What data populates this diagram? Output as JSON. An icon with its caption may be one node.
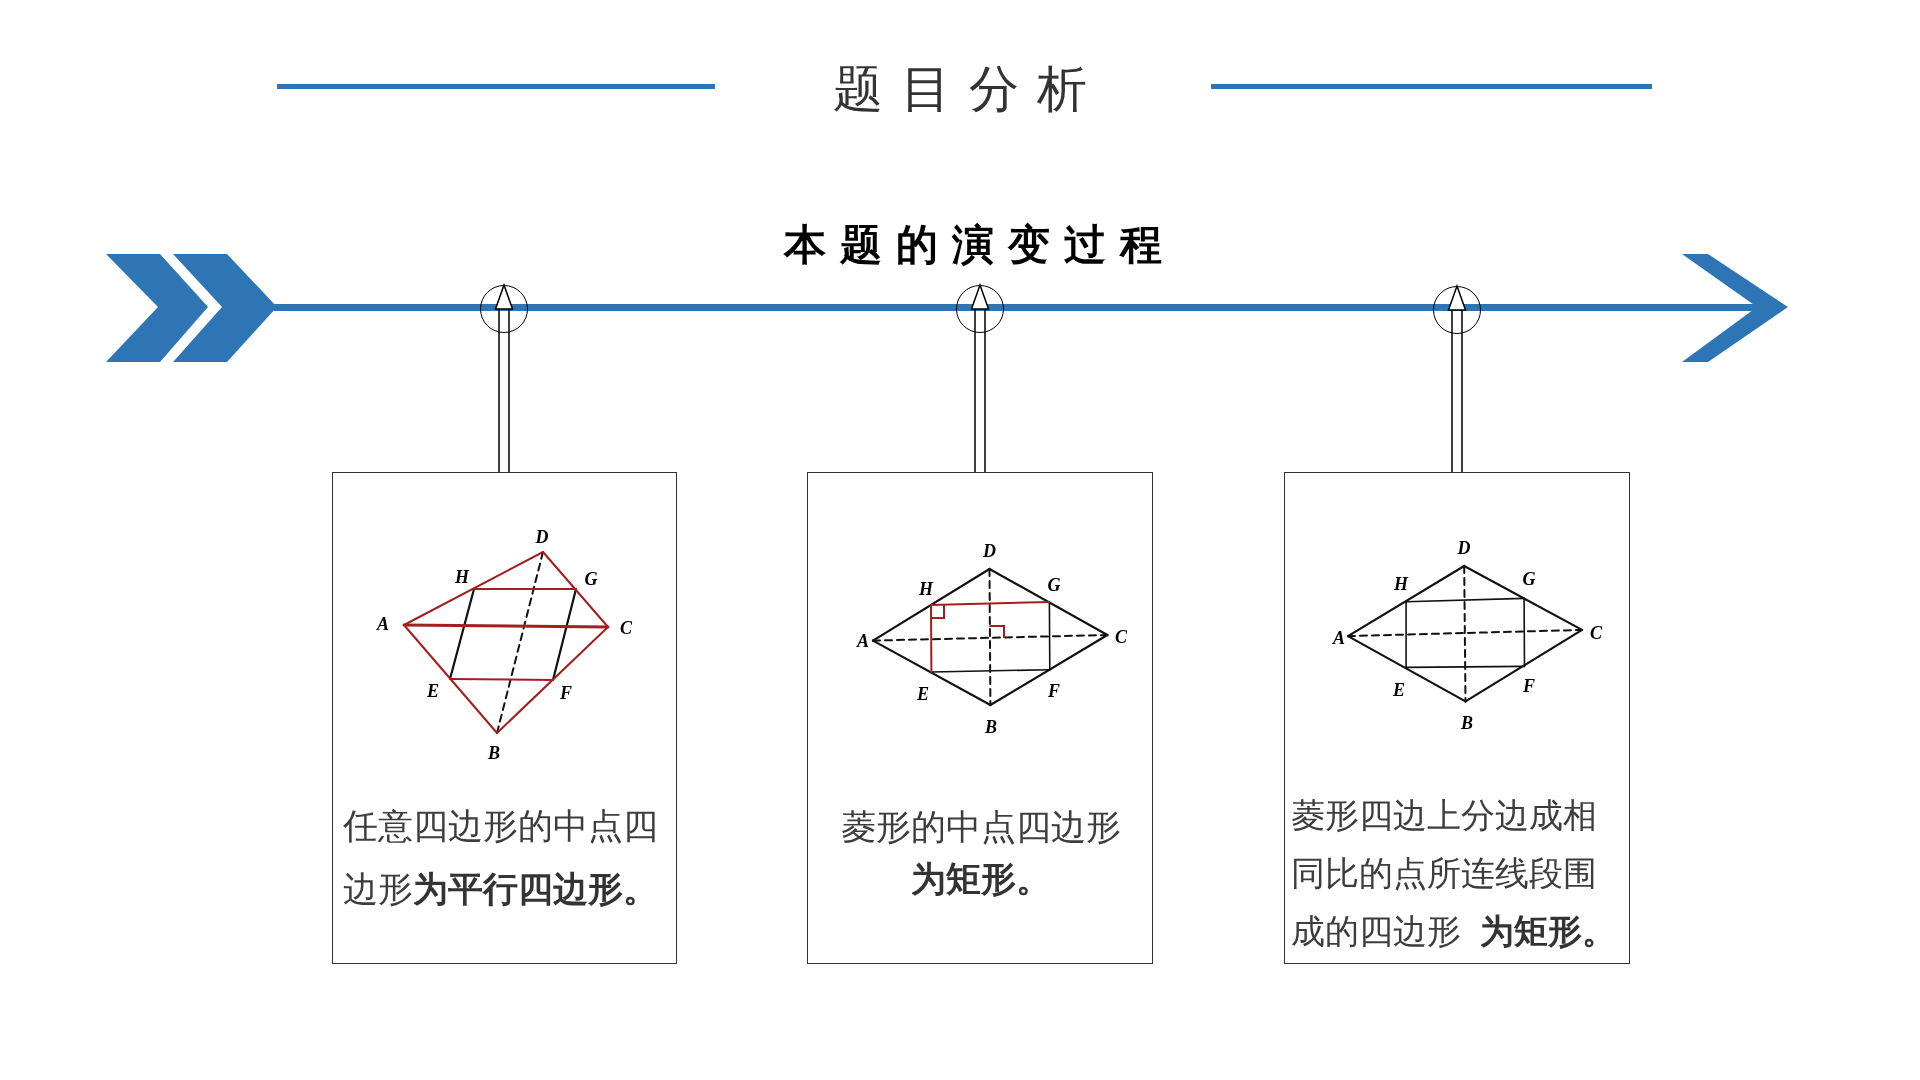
{
  "diagram": {
    "title": "题目分析",
    "nodes": [
      {
        "text": [],
        "shape": "circle"
      },
      {
        "text": [],
        "shape": "circle"
      },
      {
        "text": [],
        "shape": "circle"
      },
      {
        "text": [
          "任意四边形的中点四边形**为平行四边形。**"
        ]
      },
      {
        "text": [
          "菱形的中点四边形**为矩形。**"
        ]
      },
      {
        "text": [
          "菱形四边上分边成相同比的点所连线段围成的四边形 **为矩形。**"
        ]
      }
    ],
    "edges": [
      {
        "from": 3,
        "to": 0,
        "arrow": "to"
      },
      {
        "from": 4,
        "to": 1,
        "arrow": "to"
      },
      {
        "from": 5,
        "to": 2,
        "arrow": "to"
      }
    ],
    "labels": [
      "本题的演变过程",
      "D",
      "H",
      "G",
      "A",
      "C",
      "E",
      "F",
      "B",
      "D",
      "H",
      "G",
      "A",
      "C",
      "E",
      "F",
      "B",
      "D",
      "H",
      "G",
      "A",
      "C",
      "E",
      "F",
      "B"
    ]
  }
}
